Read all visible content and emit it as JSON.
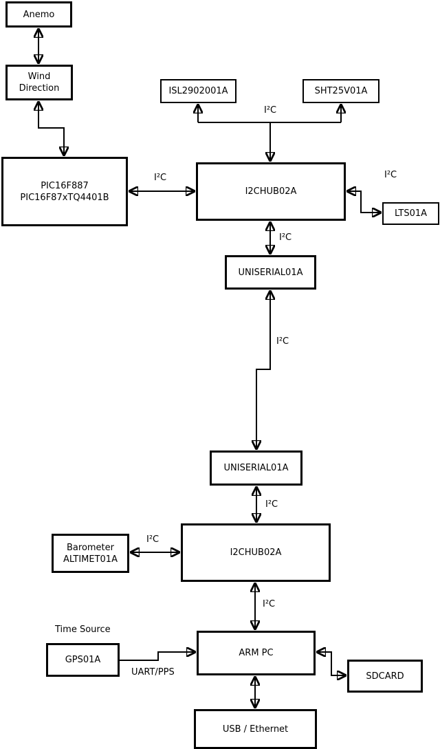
{
  "diagram": {
    "background": "#ffffff",
    "line_color": "#000000",
    "box_fill": "#ffffff",
    "text_color": "#000000"
  },
  "nodes": {
    "anemo": {
      "label": "Anemo"
    },
    "wind_direction": {
      "line1": "Wind",
      "line2": "Direction"
    },
    "pic": {
      "line1": "PIC16F887",
      "line2": "PIC16F87xTQ4401B"
    },
    "isl": {
      "label": "ISL2902001A"
    },
    "sht": {
      "label": "SHT25V01A"
    },
    "i2chub_top": {
      "label": "I2CHUB02A"
    },
    "lts": {
      "label": "LTS01A"
    },
    "uniserial_top": {
      "label": "UNISERIAL01A"
    },
    "uniserial_bottom": {
      "label": "UNISERIAL01A"
    },
    "barometer": {
      "line1": "Barometer",
      "line2": "ALTIMET01A"
    },
    "i2chub_bottom": {
      "label": "I2CHUB02A"
    },
    "gps": {
      "label": "GPS01A"
    },
    "arm_pc": {
      "label": "ARM PC"
    },
    "sdcard": {
      "label": "SDCARD"
    },
    "usb_ethernet": {
      "label": "USB / Ethernet"
    }
  },
  "annotations": {
    "time_source": "Time Source"
  },
  "connections": [
    {
      "id": "anemo-wind",
      "from": "anemo",
      "to": "wind_direction",
      "label": "",
      "arrows": "both"
    },
    {
      "id": "wind-pic",
      "from": "wind_direction",
      "to": "pic",
      "label": "",
      "arrows": "both"
    },
    {
      "id": "hub1-isl-sht",
      "from": "i2chub_top",
      "to": "isl,sht",
      "label": "I²C",
      "arrows": "tee-split"
    },
    {
      "id": "pic-hub1",
      "from": "pic",
      "to": "i2chub_top",
      "label": "I²C",
      "arrows": "both"
    },
    {
      "id": "hub1-lts",
      "from": "i2chub_top",
      "to": "lts",
      "label": "I²C",
      "arrows": "both"
    },
    {
      "id": "hub1-uniserial1",
      "from": "i2chub_top",
      "to": "uniserial_top",
      "label": "I²C",
      "arrows": "both"
    },
    {
      "id": "uniserial1-uniserial2",
      "from": "uniserial_top",
      "to": "uniserial_bottom",
      "label": "I²C",
      "arrows": "both"
    },
    {
      "id": "uniserial2-hub2",
      "from": "uniserial_bottom",
      "to": "i2chub_bottom",
      "label": "I²C",
      "arrows": "both"
    },
    {
      "id": "barometer-hub2",
      "from": "barometer",
      "to": "i2chub_bottom",
      "label": "I²C",
      "arrows": "both"
    },
    {
      "id": "hub2-armpc",
      "from": "i2chub_bottom",
      "to": "arm_pc",
      "label": "I²C",
      "arrows": "both"
    },
    {
      "id": "gps-armpc",
      "from": "gps",
      "to": "arm_pc",
      "label": "UART/PPS",
      "arrows": "end"
    },
    {
      "id": "armpc-sdcard",
      "from": "arm_pc",
      "to": "sdcard",
      "label": "",
      "arrows": "both"
    },
    {
      "id": "armpc-usb",
      "from": "arm_pc",
      "to": "usb_ethernet",
      "label": "",
      "arrows": "both"
    }
  ]
}
